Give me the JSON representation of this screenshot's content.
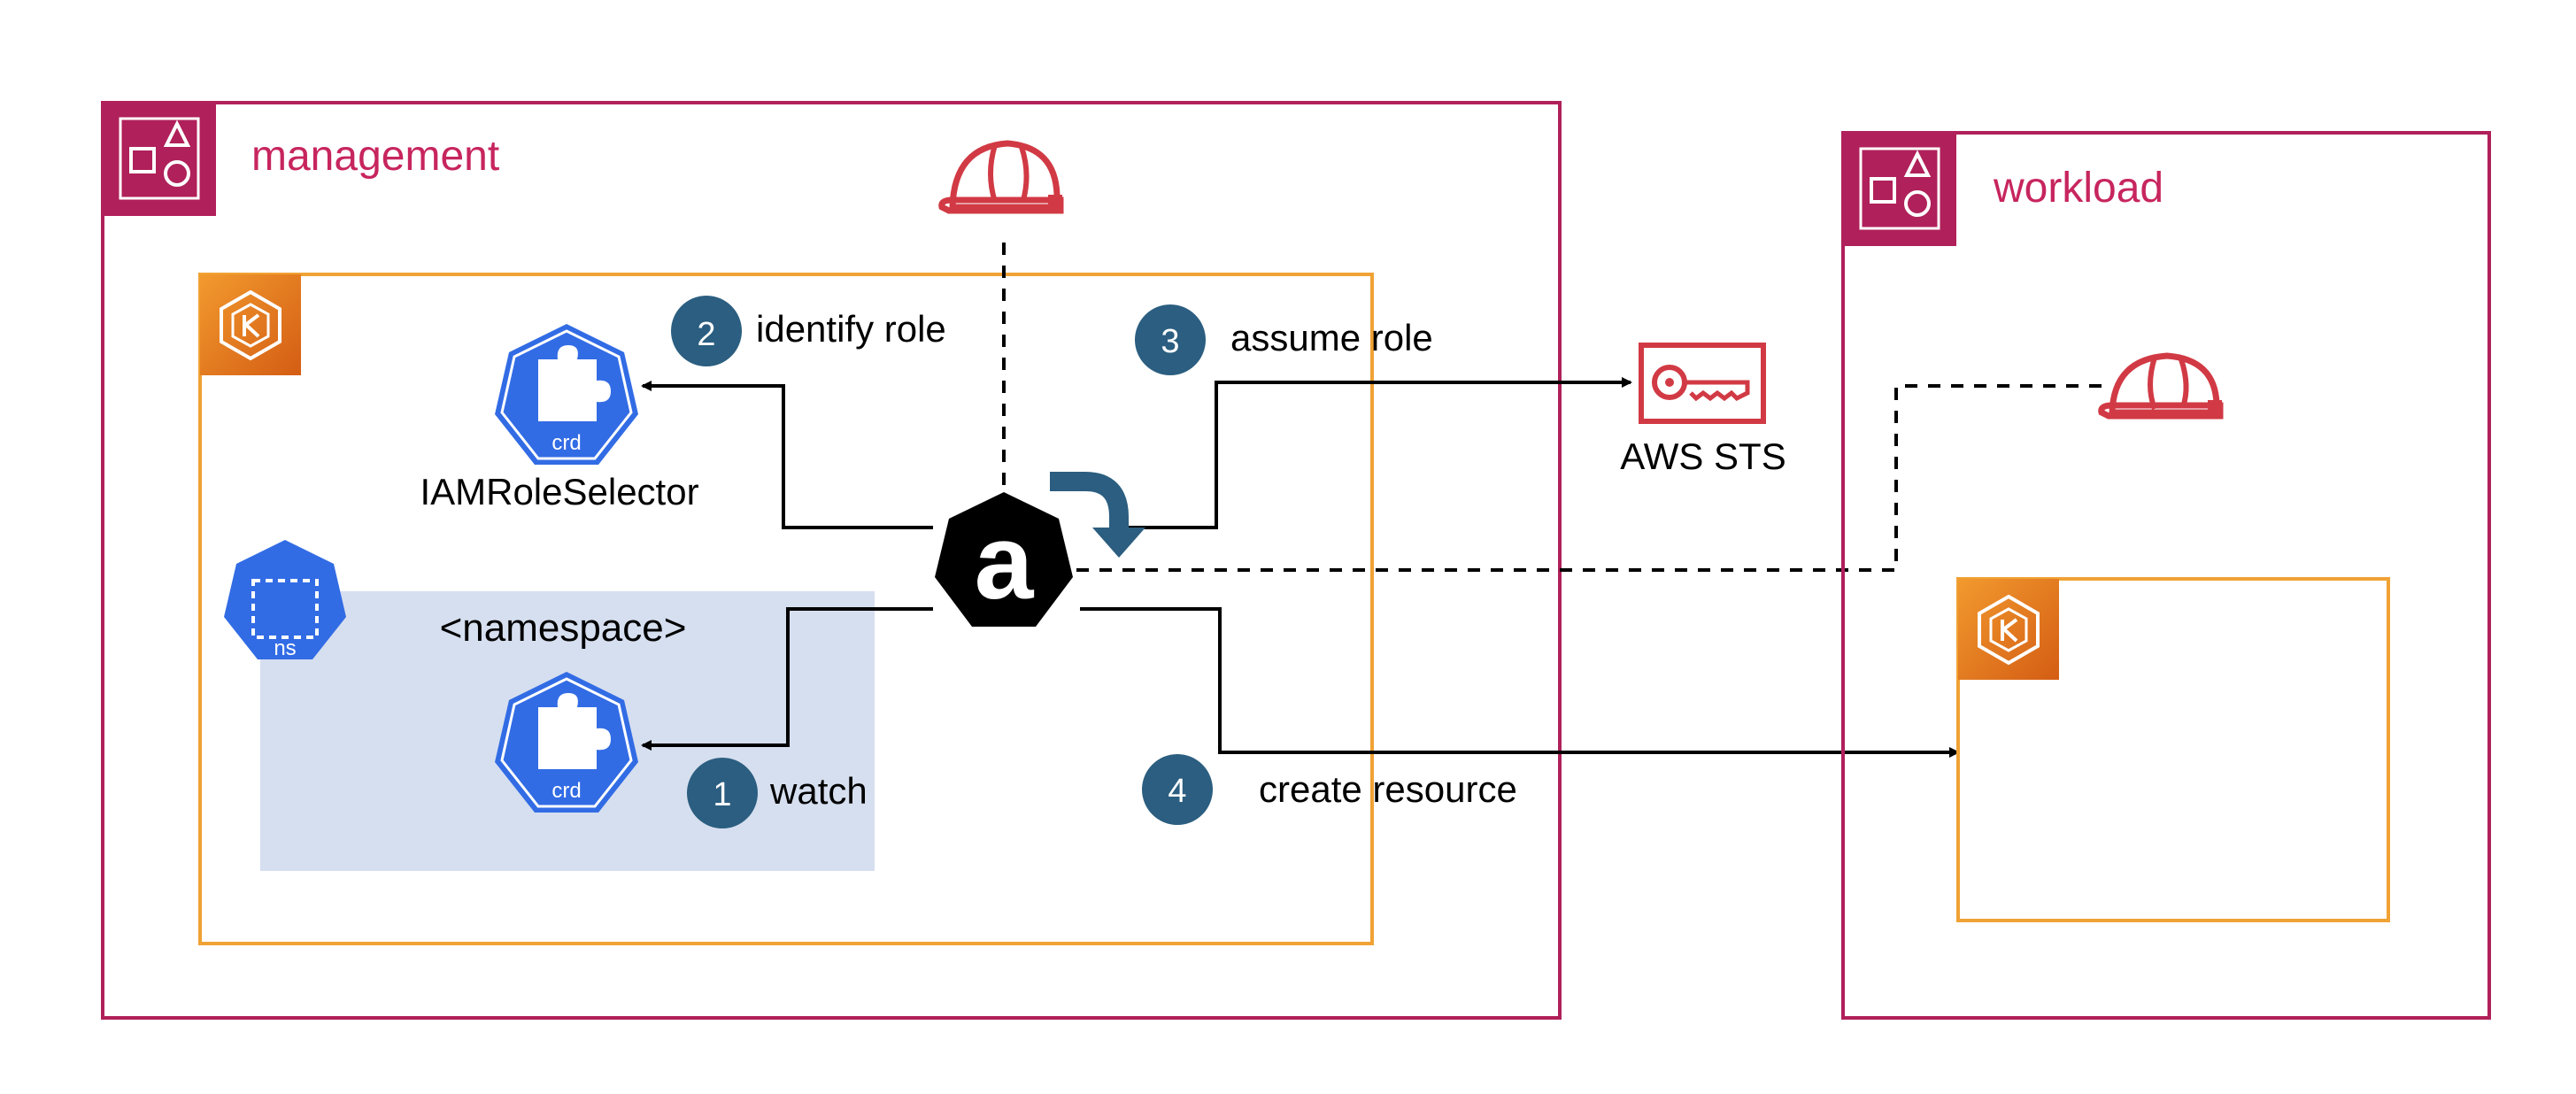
{
  "colors": {
    "account_border": "#B0205A",
    "account_label": "#C7255E",
    "cluster_border": "#F0A235",
    "eks_icon_top": "#F29A2E",
    "eks_icon_bottom": "#D45D14",
    "namespace_fill": "#D6DFEF",
    "k8s_blue": "#326CE5",
    "step_badge": "#2B5E80",
    "turn_arrow": "#2B5E80",
    "sts_red": "#D13A44",
    "helmet_red": "#D13A44",
    "line": "#000000"
  },
  "accounts": {
    "management": {
      "label": "management",
      "icon": "resource-group-icon"
    },
    "workload": {
      "label": "workload",
      "icon": "resource-group-icon"
    }
  },
  "clusters": {
    "management": {
      "icon": "eks-icon"
    },
    "workload": {
      "icon": "eks-icon"
    }
  },
  "namespace": {
    "label": "<namespace>",
    "icon_label": "ns"
  },
  "crds": {
    "selector": {
      "badge": "crd",
      "label": "IAMRoleSelector"
    },
    "resource": {
      "badge": "crd"
    }
  },
  "controller": {
    "icon": "ack-controller-icon",
    "glyph": "a"
  },
  "sts": {
    "label": "AWS STS",
    "icon": "key-icon"
  },
  "roles": {
    "management": {
      "icon": "iam-role-helmet-icon"
    },
    "workload": {
      "icon": "iam-role-helmet-icon"
    }
  },
  "steps": [
    {
      "number": "1",
      "label": "watch"
    },
    {
      "number": "2",
      "label": "identify role"
    },
    {
      "number": "3",
      "label": "assume role"
    },
    {
      "number": "4",
      "label": "create resource"
    }
  ]
}
